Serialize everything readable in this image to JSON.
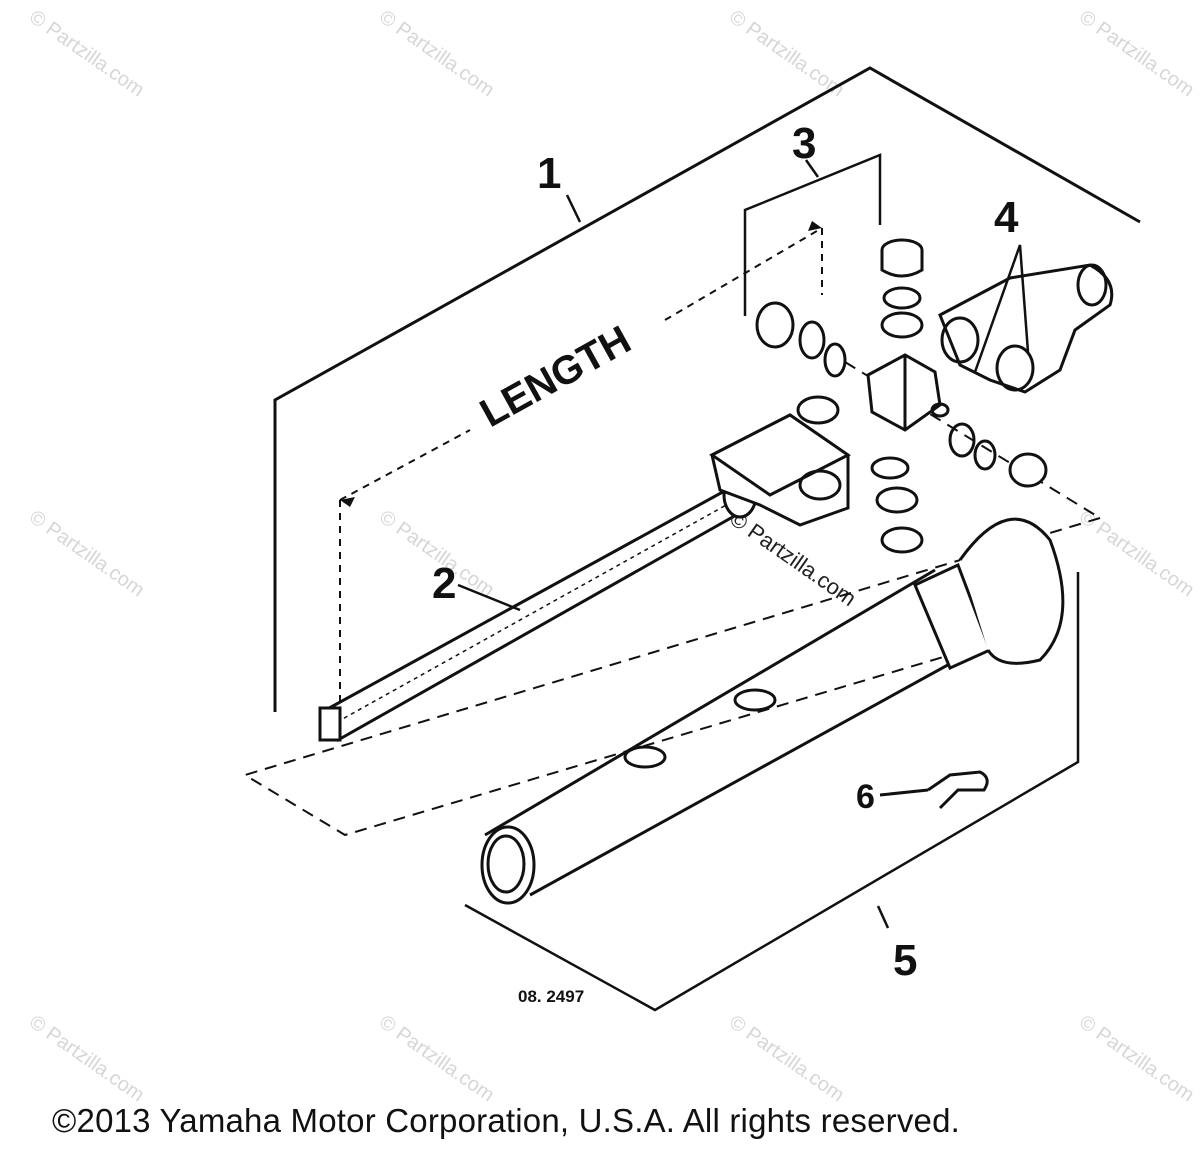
{
  "diagram": {
    "length_label": "LENGTH",
    "callouts": {
      "c1": "1",
      "c2": "2",
      "c3": "3",
      "c4": "4",
      "c5": "5",
      "c6": "6"
    },
    "drawing_code": "08. 2497",
    "watermark": "© Partzilla.com"
  },
  "footer": {
    "copyright": "©2013 Yamaha Motor Corporation, U.S.A. All rights reserved."
  },
  "colors": {
    "line": "#111111",
    "watermark": "#d6d6d6",
    "background": "#ffffff"
  }
}
